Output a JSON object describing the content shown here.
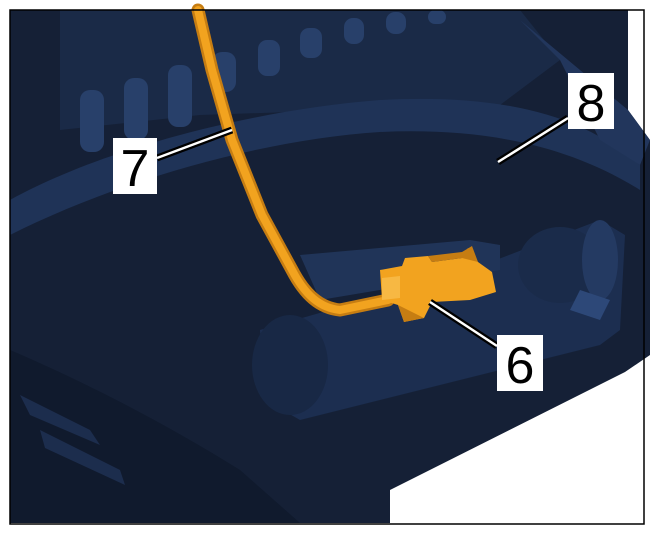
{
  "callouts": [
    {
      "id": "callout-6",
      "label": "6",
      "refers_to": "orange-connector"
    },
    {
      "id": "callout-7",
      "label": "7",
      "refers_to": "orange-cable"
    },
    {
      "id": "callout-8",
      "label": "8",
      "refers_to": "dark-housing"
    }
  ],
  "colors": {
    "background": "#ffffff",
    "scene_dark": "#152036",
    "scene_mid": "#1c2d4d",
    "scene_light": "#233a62",
    "highlight_orange": "#f2a31f",
    "highlight_orange_dark": "#c67d12",
    "leader_line": "#000000"
  }
}
